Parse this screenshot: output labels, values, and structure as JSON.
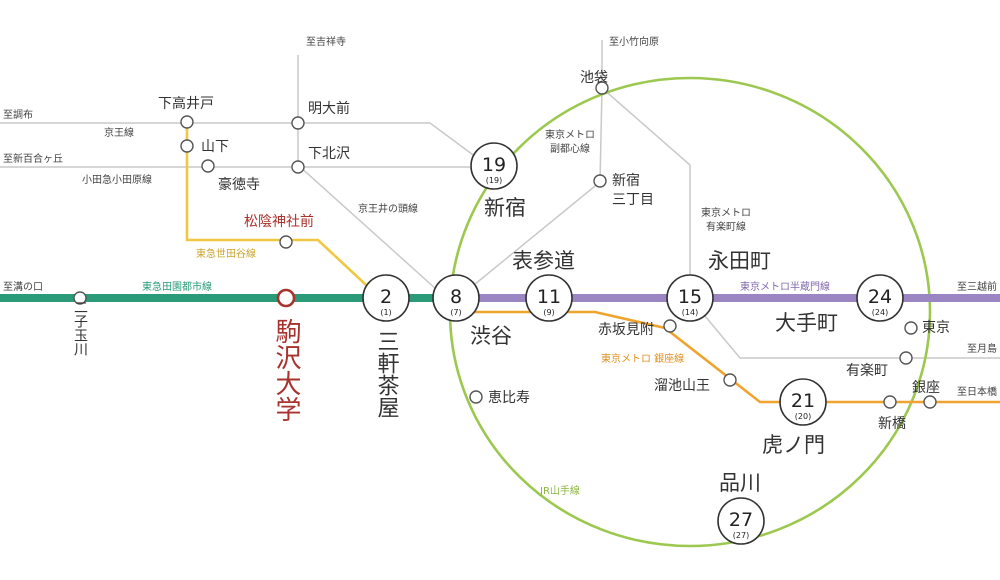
{
  "colors": {
    "den_en_toshi": "#2a9a78",
    "hanzomon": "#9b85c2",
    "setagaya": "#efc742",
    "ginza": "#f0a430",
    "yamanote": "#9cc850",
    "gray_line": "#c9c9c9",
    "origin": "#a8322d"
  },
  "directions": {
    "kichijoji": "至吉祥寺",
    "kotakemukaihara": "至小竹向原",
    "chofu": "至調布",
    "shinyurigaoka": "至新百合ヶ丘",
    "mizonokuchi": "至溝の口",
    "mitsukoshimae": "至三越前",
    "yurakucho_area": "至月島",
    "nihonbashi": "至日本橋"
  },
  "lines": {
    "keio": "京王線",
    "odakyu": "小田急小田原線",
    "setagaya": "東急世田谷線",
    "den_en_toshi": "東急田園都市線",
    "inokashira": "京王井の頭線",
    "fukutoshin": "東京メトロ\n副都心線",
    "yurakucho": "東京メトロ\n有楽町線",
    "hanzomon": "東京メトロ半蔵門線",
    "ginza": "東京メトロ 銀座線",
    "yamanote": "JR山手線"
  },
  "stations": {
    "origin": "駒沢大学",
    "shimotakaido": "下高井戸",
    "yamashita": "山下",
    "gotokuji": "豪徳寺",
    "shoinjinjamae": "松陰神社前",
    "meidaimae": "明大前",
    "shimokitazawa": "下北沢",
    "futakotamagawa": "二子玉川",
    "sangenjaya": "三軒茶屋",
    "shibuya": "渋谷",
    "omotesando": "表参道",
    "shinjuku": "新宿",
    "ikebukuro": "池袋",
    "shinjukusanchome": "新宿\n三丁目",
    "ebisu": "恵比寿",
    "akasakamitsuke": "赤坂見附",
    "tameikesanno": "溜池山王",
    "nagatacho": "永田町",
    "otemachi": "大手町",
    "tokyo": "東京",
    "yurakucho": "有楽町",
    "ginza": "銀座",
    "shimbashi": "新橋",
    "toranomon": "虎ノ門",
    "shinagawa": "品川"
  },
  "times": {
    "sangenjaya": {
      "main": "2",
      "sub": "(1)"
    },
    "shibuya": {
      "main": "8",
      "sub": "(7)"
    },
    "omotesando": {
      "main": "11",
      "sub": "(9)"
    },
    "nagatacho": {
      "main": "15",
      "sub": "(14)"
    },
    "otemachi": {
      "main": "24",
      "sub": "(24)"
    },
    "shinjuku": {
      "main": "19",
      "sub": "(19)"
    },
    "toranomon": {
      "main": "21",
      "sub": "(20)"
    },
    "shinagawa": {
      "main": "27",
      "sub": "(27)"
    }
  }
}
